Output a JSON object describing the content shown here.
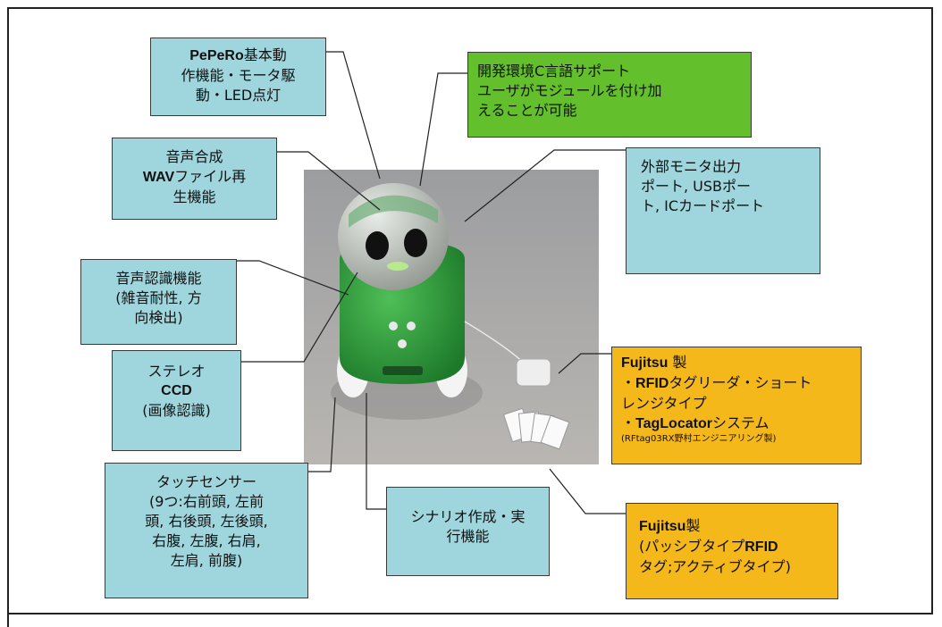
{
  "callouts": {
    "basic_motion": {
      "bold": "PePeRo",
      "line1_rest": "基本動",
      "line2": "作機能・モータ駆",
      "line3": "動・LED点灯"
    },
    "dev_env": {
      "line1": "開発環境C言語サポート",
      "line2": "ユーザがモジュールを付け加",
      "line3": "えることが可能"
    },
    "speech_synth": {
      "line1": "音声合成",
      "line2_bold": "WAV",
      "line2_rest": "ファイル再",
      "line3": "生機能"
    },
    "monitor_port": {
      "line1": "外部モニタ出力",
      "line2": "ポート, USBポー",
      "line3": "ト, ICカードポート"
    },
    "speech_recog": {
      "line1": "音声認識機能",
      "line2": "(雑音耐性, 方",
      "line3": "向検出)"
    },
    "stereo_ccd": {
      "line1": "ステレオ",
      "line2_bold": "CCD",
      "line3": "(画像認識)"
    },
    "rfid_reader": {
      "line1_bold": "Fujitsu",
      "line1_rest": " 製",
      "line2_prefix": "・",
      "line2_bold": "RFID",
      "line2_rest": "タグリーダ・ショート",
      "line3": "レンジタイプ",
      "line4_prefix": "・",
      "line4_bold": "TagLocator",
      "line4_rest": "システム",
      "line5": "(RFtag03RX野村エンジニアリング製)"
    },
    "touch_sensor": {
      "line1": "タッチセンサー",
      "line2": "(9つ:右前頭, 左前",
      "line3": "頭, 右後頭, 左後頭,",
      "line4": "右腹, 左腹, 右肩,",
      "line5": "左肩, 前腹)"
    },
    "scenario": {
      "line1": "シナリオ作成・実",
      "line2": "行機能"
    },
    "rfid_tag": {
      "line1_bold": "Fujitsu",
      "line1_rest": "製",
      "line2_pre": "(パッシブタイプ",
      "line2_bold": "RFID",
      "line3": "タグ;アクティブタイプ)"
    }
  },
  "colors": {
    "cyan": "#9fd6dd",
    "green": "#63c02c",
    "orange": "#f5b81a",
    "robot_green": "#2e9e3a"
  },
  "photo": {
    "subject": "robot-photo"
  }
}
